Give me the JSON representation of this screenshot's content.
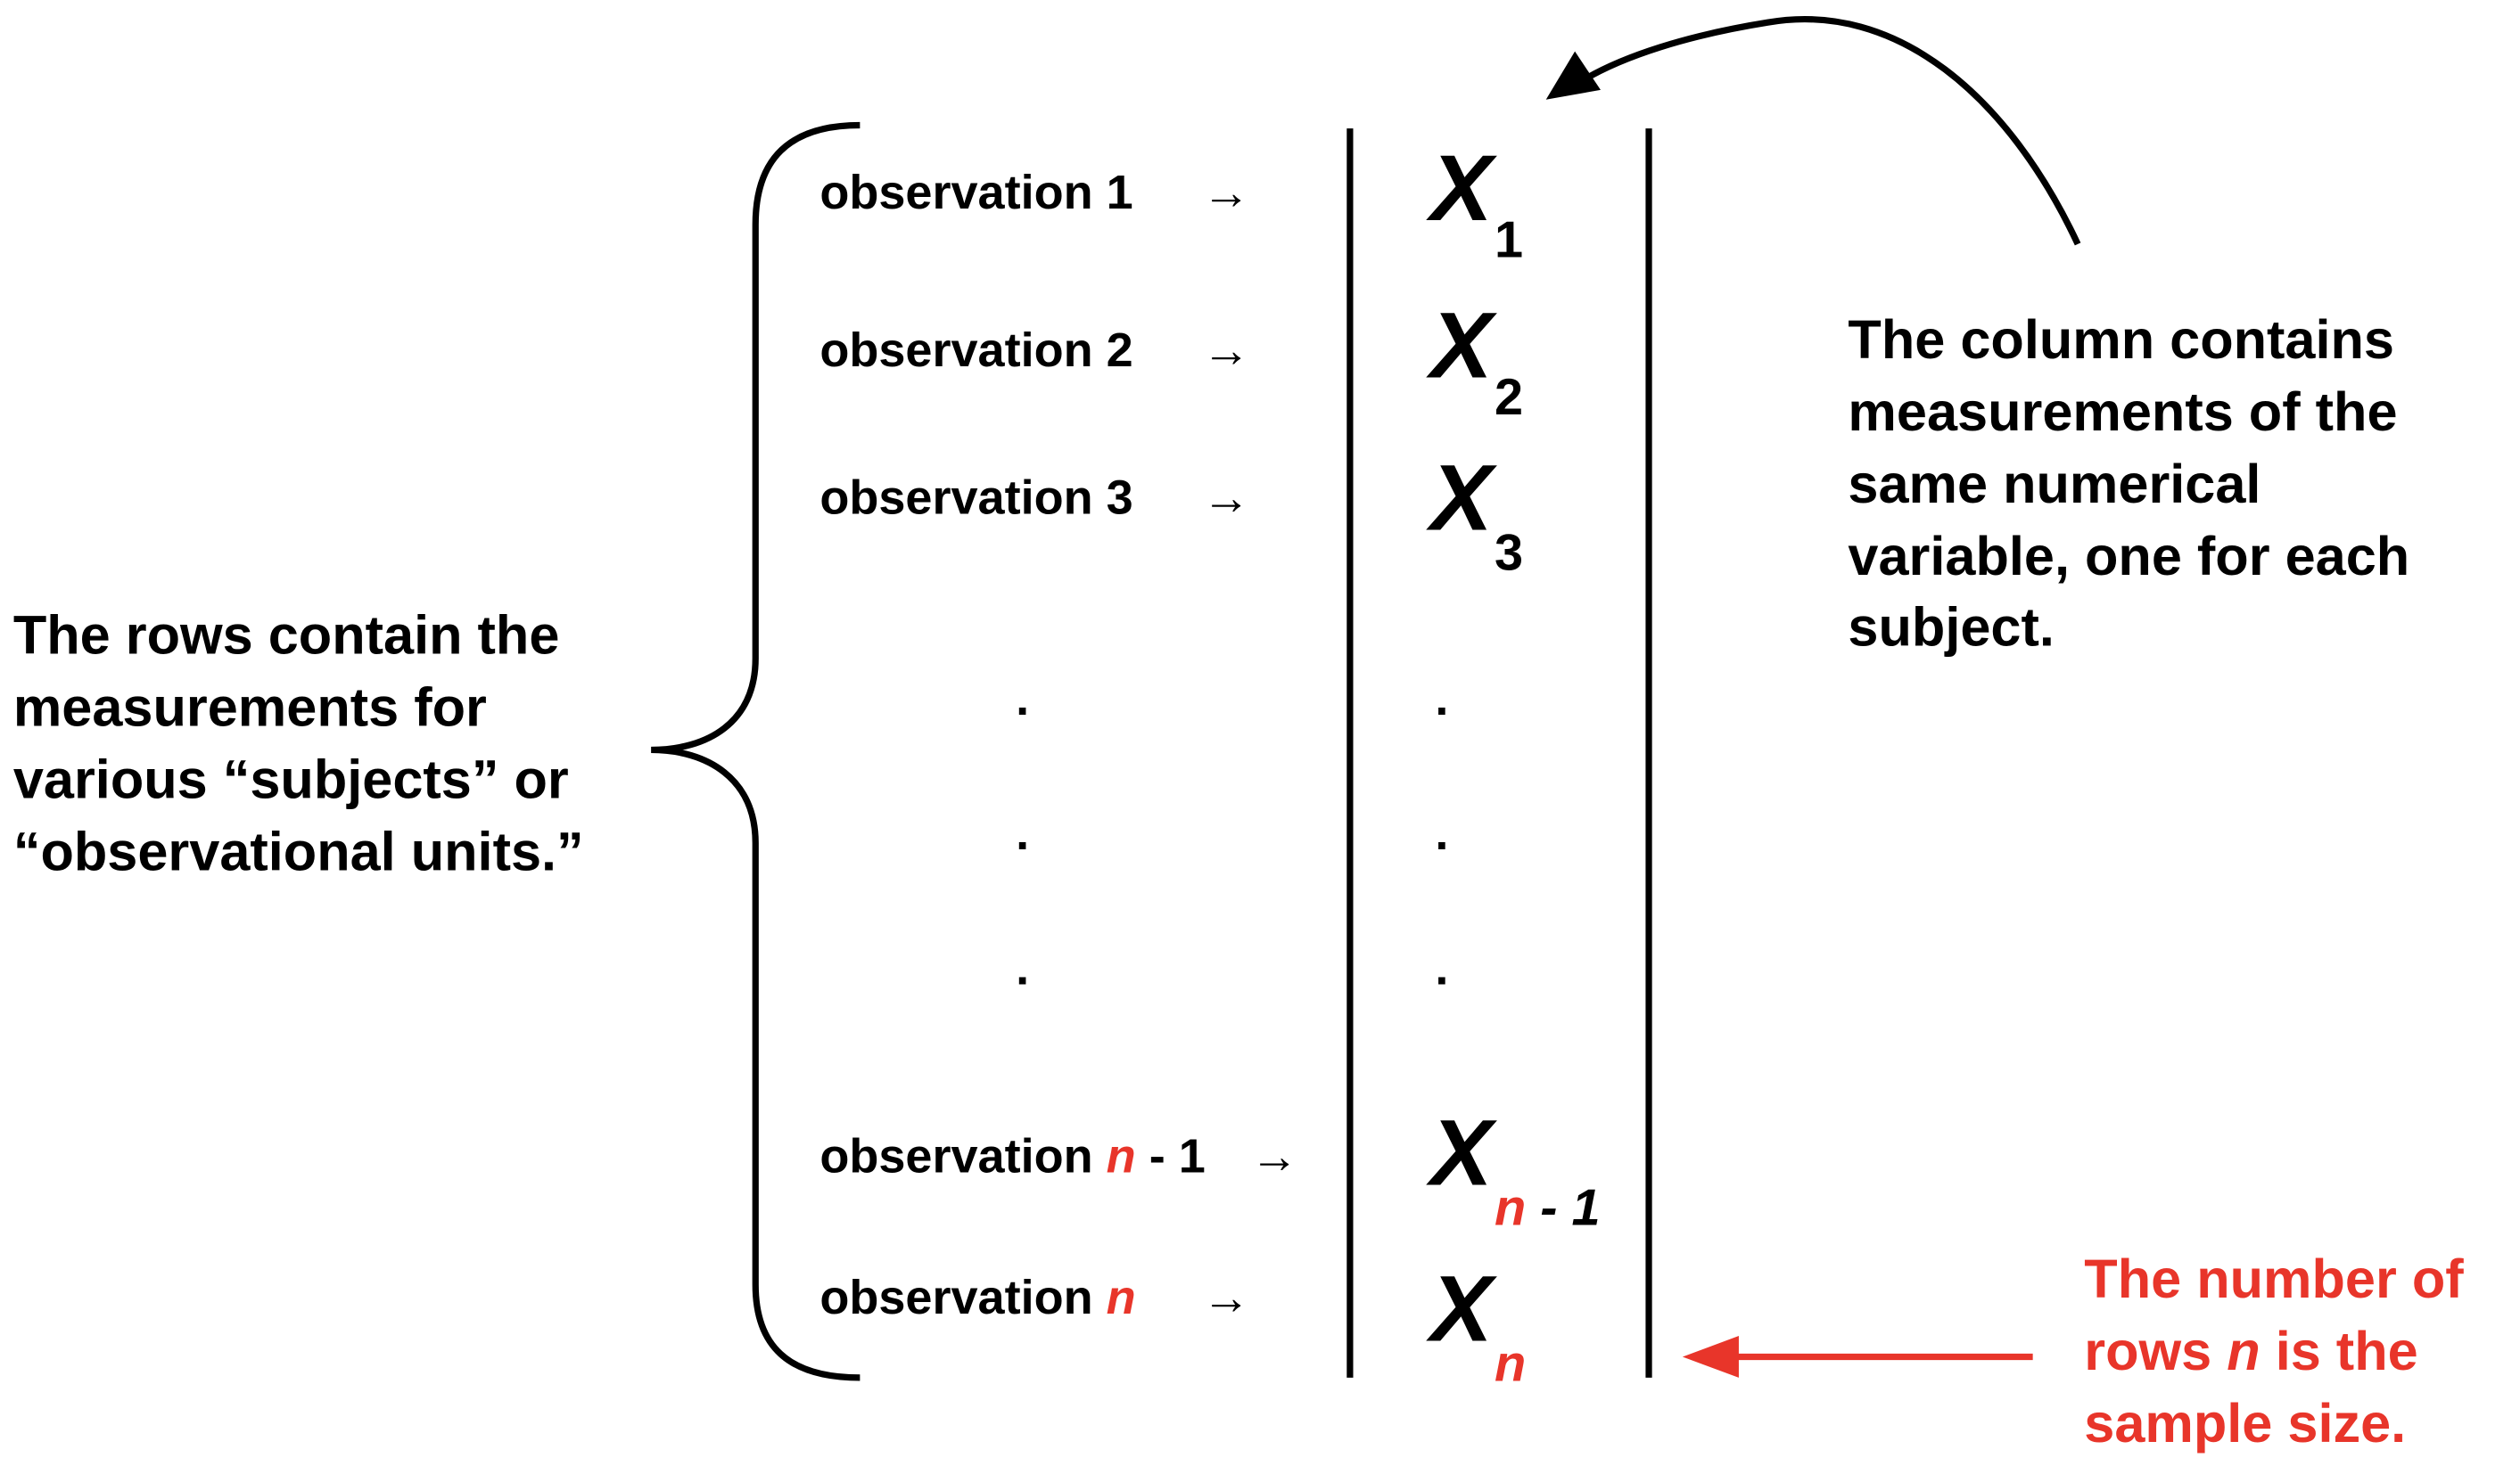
{
  "colors": {
    "accent": "#e8352a",
    "ink": "#000000"
  },
  "observations": [
    {
      "label": "observation 1",
      "arrow": "→"
    },
    {
      "label": "observation 2",
      "arrow": "→"
    },
    {
      "label": "observation 3",
      "arrow": "→"
    },
    {
      "label": "observation ",
      "n": "n",
      "suffix": " - 1",
      "arrow": "→"
    },
    {
      "label": "observation ",
      "n": "n",
      "arrow": "→"
    }
  ],
  "ellipsis_dot": ".",
  "column": {
    "symbol": "X",
    "subscripts": [
      "1",
      "2",
      "3"
    ],
    "sub_n": "n",
    "sub_n_minus_suffix": " - 1"
  },
  "left_note": {
    "lines": [
      "The rows contain the",
      "measurements for",
      "various “subjects” or",
      "“observational units.”"
    ]
  },
  "right_note": {
    "lines": [
      "The column contains",
      "measurements of the",
      "same numerical",
      "variable, one for each",
      "subject."
    ]
  },
  "red_note": {
    "line1": "The number of",
    "line2_pre": "rows ",
    "line2_n": "n",
    "line2_post": " is the",
    "line3": "sample size."
  }
}
